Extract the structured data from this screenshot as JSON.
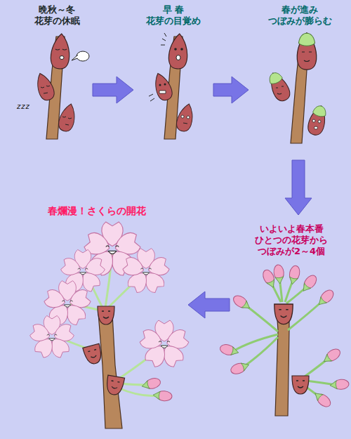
{
  "diagram": {
    "nodes": [
      {
        "text": [
          "晩秋～冬 花芽の休眠"
        ]
      },
      {
        "text": [
          "早 春 花芽の目覚め"
        ]
      },
      {
        "text": [
          "春が進み つぼみが膨らむ"
        ]
      },
      {
        "text": [
          "いよいよ春本番 ひとつの花芽から つぼみが2～4個"
        ]
      },
      {
        "text": [
          "春爛漫！さくらの開花"
        ]
      }
    ],
    "edges": [
      {
        "from": 0,
        "to": 1,
        "arrow": "to"
      },
      {
        "from": 1,
        "to": 2,
        "arrow": "to"
      },
      {
        "from": 2,
        "to": 3,
        "arrow": "to"
      },
      {
        "from": 3,
        "to": 4,
        "arrow": "to"
      }
    ],
    "labels": [
      "zzz"
    ]
  }
}
